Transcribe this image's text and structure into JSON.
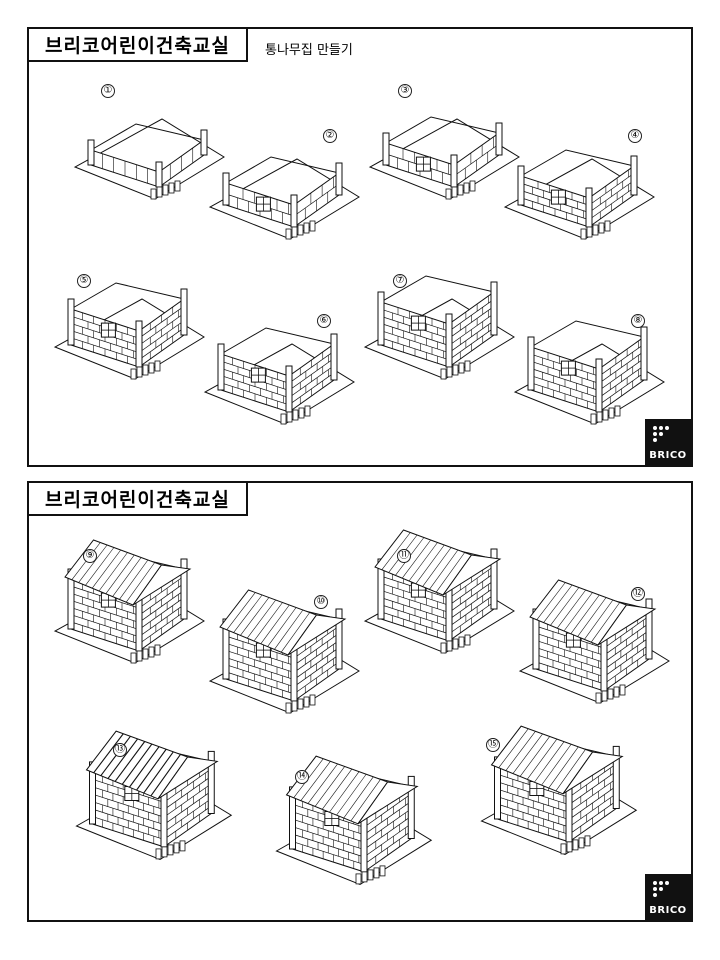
{
  "panels": [
    {
      "title": "브리코어린이건축교실",
      "subtitle": "통나무집 만들기",
      "steps": [
        "①",
        "②",
        "③",
        "④",
        "⑤",
        "⑥",
        "⑦",
        "⑧"
      ],
      "logo_text": "BRICO"
    },
    {
      "title": "브리코어린이건축교실",
      "steps": [
        "⑨",
        "⑩",
        "⑪",
        "⑫",
        "⑬",
        "⑭",
        "⑮"
      ],
      "logo_text": "BRICO"
    }
  ]
}
